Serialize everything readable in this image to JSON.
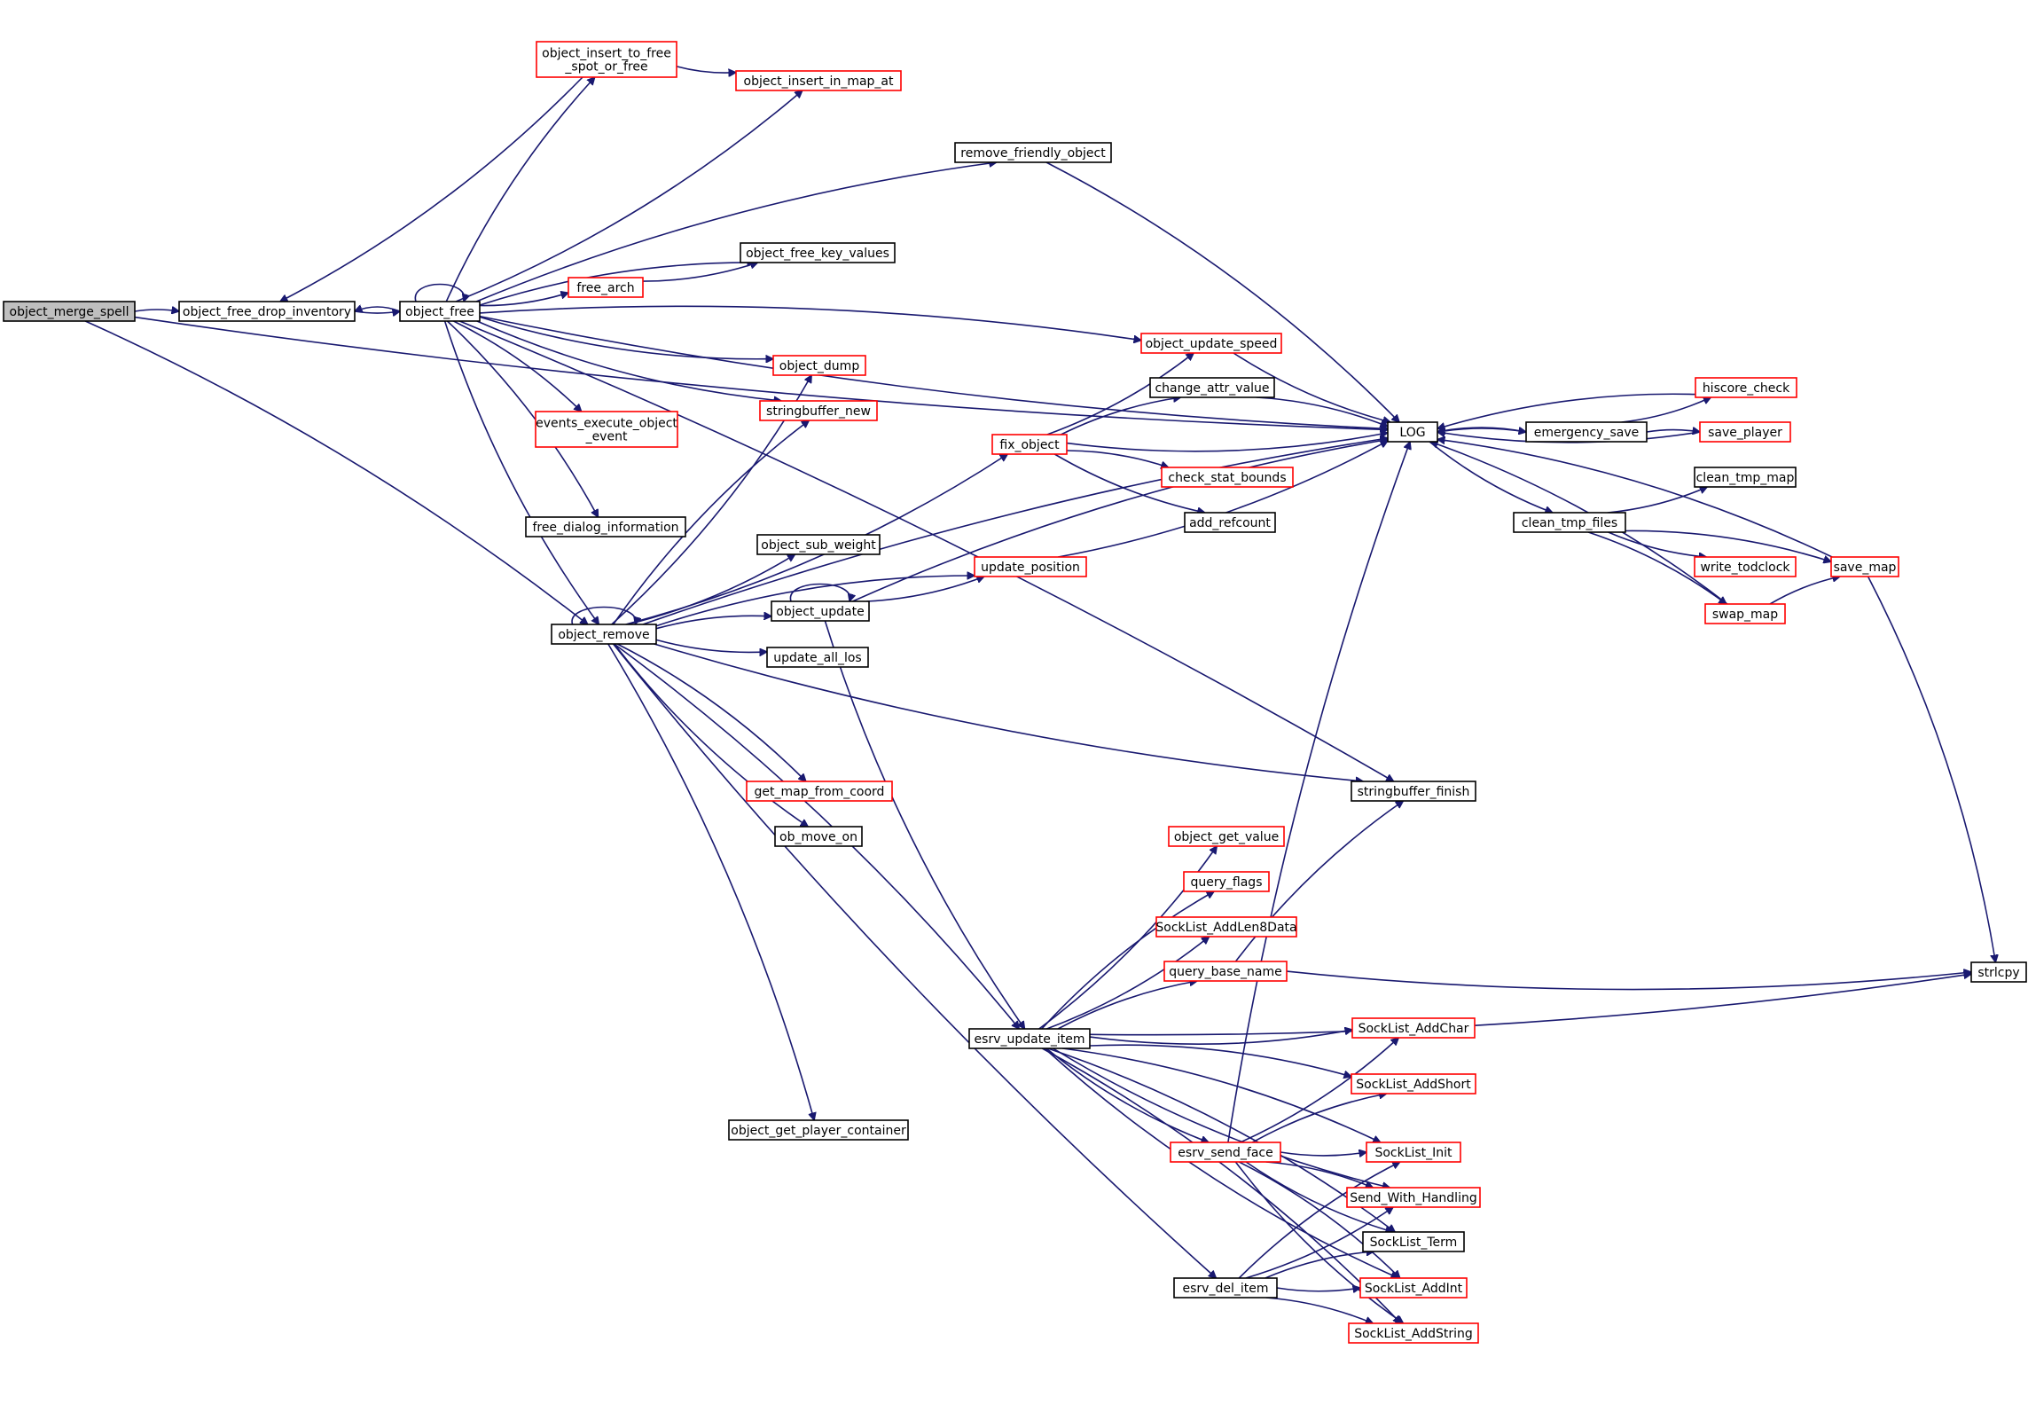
{
  "colors": {
    "edge": "#191970",
    "root_fill": "#bfbfbf",
    "root_border": "#000000",
    "node_fill": "#ffffff",
    "node_border_default": "#000000",
    "node_border_truncated": "#ff0000"
  },
  "nodes": [
    {
      "id": "object_merge_spell",
      "lines": [
        "object_merge_spell"
      ],
      "kind": "root"
    },
    {
      "id": "object_free_drop_inventory",
      "lines": [
        "object_free_drop_inventory"
      ],
      "kind": "normal"
    },
    {
      "id": "object_free",
      "lines": [
        "object_free"
      ],
      "kind": "normal"
    },
    {
      "id": "object_insert_to_free_spot_or_free",
      "lines": [
        "object_insert_to_free",
        "_spot_or_free"
      ],
      "kind": "truncated"
    },
    {
      "id": "object_insert_in_map_at",
      "lines": [
        "object_insert_in_map_at"
      ],
      "kind": "truncated"
    },
    {
      "id": "remove_friendly_object",
      "lines": [
        "remove_friendly_object"
      ],
      "kind": "normal"
    },
    {
      "id": "object_free_key_values",
      "lines": [
        "object_free_key_values"
      ],
      "kind": "normal"
    },
    {
      "id": "free_arch",
      "lines": [
        "free_arch"
      ],
      "kind": "truncated"
    },
    {
      "id": "object_update_speed",
      "lines": [
        "object_update_speed"
      ],
      "kind": "truncated"
    },
    {
      "id": "object_dump",
      "lines": [
        "object_dump"
      ],
      "kind": "truncated"
    },
    {
      "id": "stringbuffer_new",
      "lines": [
        "stringbuffer_new"
      ],
      "kind": "truncated"
    },
    {
      "id": "events_execute_object_event",
      "lines": [
        "events_execute_object",
        "_event"
      ],
      "kind": "truncated"
    },
    {
      "id": "free_dialog_information",
      "lines": [
        "free_dialog_information"
      ],
      "kind": "normal"
    },
    {
      "id": "object_remove",
      "lines": [
        "object_remove"
      ],
      "kind": "normal"
    },
    {
      "id": "change_attr_value",
      "lines": [
        "change_attr_value"
      ],
      "kind": "normal"
    },
    {
      "id": "fix_object",
      "lines": [
        "fix_object"
      ],
      "kind": "truncated"
    },
    {
      "id": "check_stat_bounds",
      "lines": [
        "check_stat_bounds"
      ],
      "kind": "truncated"
    },
    {
      "id": "add_refcount",
      "lines": [
        "add_refcount"
      ],
      "kind": "normal"
    },
    {
      "id": "object_sub_weight",
      "lines": [
        "object_sub_weight"
      ],
      "kind": "normal"
    },
    {
      "id": "update_position",
      "lines": [
        "update_position"
      ],
      "kind": "truncated"
    },
    {
      "id": "object_update",
      "lines": [
        "object_update"
      ],
      "kind": "normal"
    },
    {
      "id": "update_all_los",
      "lines": [
        "update_all_los"
      ],
      "kind": "normal"
    },
    {
      "id": "LOG",
      "lines": [
        "LOG"
      ],
      "kind": "normal"
    },
    {
      "id": "hiscore_check",
      "lines": [
        "hiscore_check"
      ],
      "kind": "truncated"
    },
    {
      "id": "emergency_save",
      "lines": [
        "emergency_save"
      ],
      "kind": "normal"
    },
    {
      "id": "save_player",
      "lines": [
        "save_player"
      ],
      "kind": "truncated"
    },
    {
      "id": "clean_tmp_map",
      "lines": [
        "clean_tmp_map"
      ],
      "kind": "normal"
    },
    {
      "id": "clean_tmp_files",
      "lines": [
        "clean_tmp_files"
      ],
      "kind": "normal"
    },
    {
      "id": "write_todclock",
      "lines": [
        "write_todclock"
      ],
      "kind": "truncated"
    },
    {
      "id": "save_map",
      "lines": [
        "save_map"
      ],
      "kind": "truncated"
    },
    {
      "id": "swap_map",
      "lines": [
        "swap_map"
      ],
      "kind": "truncated"
    },
    {
      "id": "get_map_from_coord",
      "lines": [
        "get_map_from_coord"
      ],
      "kind": "truncated"
    },
    {
      "id": "stringbuffer_finish",
      "lines": [
        "stringbuffer_finish"
      ],
      "kind": "normal"
    },
    {
      "id": "ob_move_on",
      "lines": [
        "ob_move_on"
      ],
      "kind": "normal"
    },
    {
      "id": "object_get_value",
      "lines": [
        "object_get_value"
      ],
      "kind": "truncated"
    },
    {
      "id": "query_flags",
      "lines": [
        "query_flags"
      ],
      "kind": "truncated"
    },
    {
      "id": "SockList_AddLen8Data",
      "lines": [
        "SockList_AddLen8Data"
      ],
      "kind": "truncated"
    },
    {
      "id": "query_base_name",
      "lines": [
        "query_base_name"
      ],
      "kind": "truncated"
    },
    {
      "id": "strlcpy",
      "lines": [
        "strlcpy"
      ],
      "kind": "normal"
    },
    {
      "id": "esrv_update_item",
      "lines": [
        "esrv_update_item"
      ],
      "kind": "normal"
    },
    {
      "id": "SockList_AddChar",
      "lines": [
        "SockList_AddChar"
      ],
      "kind": "truncated"
    },
    {
      "id": "SockList_AddShort",
      "lines": [
        "SockList_AddShort"
      ],
      "kind": "truncated"
    },
    {
      "id": "object_get_player_container",
      "lines": [
        "object_get_player_container"
      ],
      "kind": "normal"
    },
    {
      "id": "esrv_send_face",
      "lines": [
        "esrv_send_face"
      ],
      "kind": "truncated"
    },
    {
      "id": "SockList_Init",
      "lines": [
        "SockList_Init"
      ],
      "kind": "truncated"
    },
    {
      "id": "Send_With_Handling",
      "lines": [
        "Send_With_Handling"
      ],
      "kind": "truncated"
    },
    {
      "id": "SockList_Term",
      "lines": [
        "SockList_Term"
      ],
      "kind": "normal"
    },
    {
      "id": "esrv_del_item",
      "lines": [
        "esrv_del_item"
      ],
      "kind": "normal"
    },
    {
      "id": "SockList_AddInt",
      "lines": [
        "SockList_AddInt"
      ],
      "kind": "truncated"
    },
    {
      "id": "SockList_AddString",
      "lines": [
        "SockList_AddString"
      ],
      "kind": "truncated"
    }
  ],
  "edges": [
    [
      "object_merge_spell",
      "object_free_drop_inventory"
    ],
    [
      "object_merge_spell",
      "LOG"
    ],
    [
      "object_merge_spell",
      "object_remove"
    ],
    [
      "object_free_drop_inventory",
      "object_free"
    ],
    [
      "object_free",
      "object_free_drop_inventory"
    ],
    [
      "object_free",
      "object_free"
    ],
    [
      "object_free",
      "object_insert_to_free_spot_or_free"
    ],
    [
      "object_free",
      "object_insert_in_map_at"
    ],
    [
      "object_free",
      "remove_friendly_object"
    ],
    [
      "object_free",
      "LOG"
    ],
    [
      "object_free",
      "object_free_key_values"
    ],
    [
      "object_free",
      "free_arch"
    ],
    [
      "object_free",
      "object_update_speed"
    ],
    [
      "object_free",
      "object_dump"
    ],
    [
      "object_free",
      "events_execute_object_event"
    ],
    [
      "object_free",
      "stringbuffer_new"
    ],
    [
      "object_free",
      "free_dialog_information"
    ],
    [
      "object_free",
      "object_remove"
    ],
    [
      "object_free",
      "stringbuffer_finish"
    ],
    [
      "object_insert_to_free_spot_or_free",
      "object_insert_in_map_at"
    ],
    [
      "object_insert_to_free_spot_or_free",
      "object_free_drop_inventory"
    ],
    [
      "free_arch",
      "object_free_key_values"
    ],
    [
      "remove_friendly_object",
      "LOG"
    ],
    [
      "object_update_speed",
      "LOG"
    ],
    [
      "object_remove",
      "object_remove"
    ],
    [
      "object_remove",
      "object_dump"
    ],
    [
      "object_remove",
      "stringbuffer_new"
    ],
    [
      "object_remove",
      "fix_object"
    ],
    [
      "object_remove",
      "update_position"
    ],
    [
      "object_remove",
      "object_sub_weight"
    ],
    [
      "object_remove",
      "object_update"
    ],
    [
      "object_remove",
      "update_all_los"
    ],
    [
      "object_remove",
      "LOG"
    ],
    [
      "object_remove",
      "stringbuffer_finish"
    ],
    [
      "object_remove",
      "get_map_from_coord"
    ],
    [
      "object_remove",
      "ob_move_on"
    ],
    [
      "object_remove",
      "esrv_update_item"
    ],
    [
      "object_remove",
      "esrv_del_item"
    ],
    [
      "object_remove",
      "object_get_player_container"
    ],
    [
      "fix_object",
      "object_update_speed"
    ],
    [
      "fix_object",
      "change_attr_value"
    ],
    [
      "fix_object",
      "LOG"
    ],
    [
      "fix_object",
      "check_stat_bounds"
    ],
    [
      "fix_object",
      "add_refcount"
    ],
    [
      "change_attr_value",
      "LOG"
    ],
    [
      "update_position",
      "LOG"
    ],
    [
      "object_update",
      "object_update"
    ],
    [
      "object_update",
      "update_position"
    ],
    [
      "object_update",
      "LOG"
    ],
    [
      "object_update",
      "esrv_update_item"
    ],
    [
      "LOG",
      "emergency_save"
    ],
    [
      "LOG",
      "clean_tmp_files"
    ],
    [
      "emergency_save",
      "LOG"
    ],
    [
      "emergency_save",
      "hiscore_check"
    ],
    [
      "emergency_save",
      "save_player"
    ],
    [
      "hiscore_check",
      "LOG"
    ],
    [
      "save_player",
      "LOG"
    ],
    [
      "clean_tmp_files",
      "clean_tmp_map"
    ],
    [
      "clean_tmp_files",
      "save_map"
    ],
    [
      "clean_tmp_files",
      "write_todclock"
    ],
    [
      "clean_tmp_files",
      "swap_map"
    ],
    [
      "swap_map",
      "LOG"
    ],
    [
      "swap_map",
      "save_map"
    ],
    [
      "save_map",
      "LOG"
    ],
    [
      "save_map",
      "strlcpy"
    ],
    [
      "esrv_update_item",
      "object_get_value"
    ],
    [
      "esrv_update_item",
      "query_flags"
    ],
    [
      "esrv_update_item",
      "SockList_AddLen8Data"
    ],
    [
      "esrv_update_item",
      "query_base_name"
    ],
    [
      "esrv_update_item",
      "SockList_AddChar"
    ],
    [
      "esrv_update_item",
      "SockList_AddShort"
    ],
    [
      "esrv_update_item",
      "esrv_send_face"
    ],
    [
      "esrv_update_item",
      "SockList_Init"
    ],
    [
      "esrv_update_item",
      "Send_With_Handling"
    ],
    [
      "esrv_update_item",
      "SockList_Term"
    ],
    [
      "esrv_update_item",
      "SockList_AddInt"
    ],
    [
      "esrv_update_item",
      "SockList_AddString"
    ],
    [
      "esrv_update_item",
      "strlcpy"
    ],
    [
      "query_base_name",
      "stringbuffer_finish"
    ],
    [
      "query_base_name",
      "strlcpy"
    ],
    [
      "esrv_send_face",
      "LOG"
    ],
    [
      "esrv_send_face",
      "SockList_AddChar"
    ],
    [
      "esrv_send_face",
      "SockList_AddShort"
    ],
    [
      "esrv_send_face",
      "SockList_Init"
    ],
    [
      "esrv_send_face",
      "Send_With_Handling"
    ],
    [
      "esrv_send_face",
      "SockList_Term"
    ],
    [
      "esrv_send_face",
      "SockList_AddInt"
    ],
    [
      "esrv_send_face",
      "SockList_AddString"
    ],
    [
      "esrv_del_item",
      "SockList_Init"
    ],
    [
      "esrv_del_item",
      "Send_With_Handling"
    ],
    [
      "esrv_del_item",
      "SockList_Term"
    ],
    [
      "esrv_del_item",
      "SockList_AddInt"
    ],
    [
      "esrv_del_item",
      "SockList_AddString"
    ]
  ]
}
